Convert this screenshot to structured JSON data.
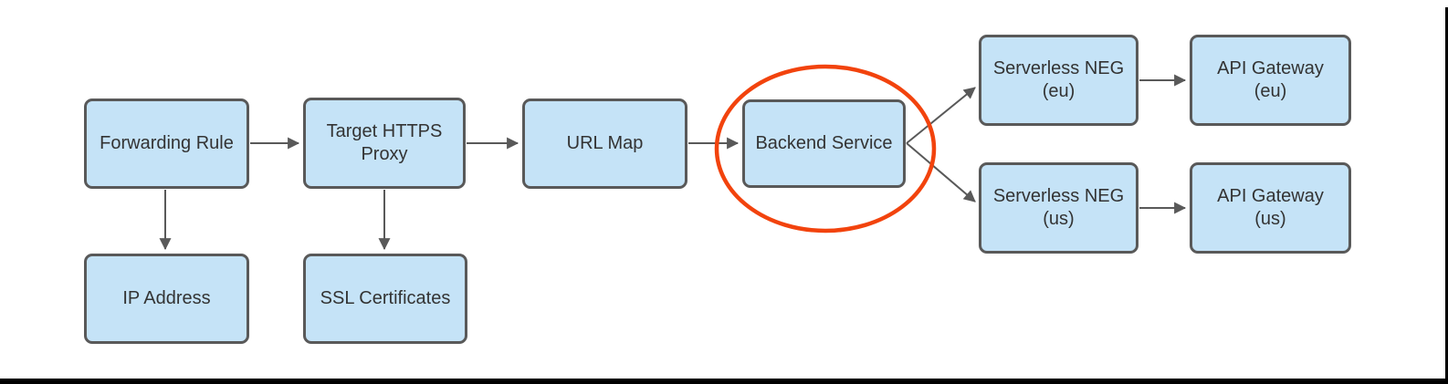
{
  "diagram": {
    "nodes": [
      {
        "id": "forwarding-rule",
        "label": "Forwarding Rule",
        "lines": [
          "Forwarding Rule"
        ]
      },
      {
        "id": "target-https-proxy",
        "label": "Target HTTPS Proxy",
        "lines": [
          "Target HTTPS",
          "Proxy"
        ]
      },
      {
        "id": "url-map",
        "label": "URL Map",
        "lines": [
          "URL Map"
        ]
      },
      {
        "id": "backend-service",
        "label": "Backend Service",
        "lines": [
          "Backend Service"
        ]
      },
      {
        "id": "ip-address",
        "label": "IP Address",
        "lines": [
          "IP Address"
        ]
      },
      {
        "id": "ssl-certificates",
        "label": "SSL Certificates",
        "lines": [
          "SSL Certificates"
        ]
      },
      {
        "id": "serverless-neg-eu",
        "label": "Serverless NEG (eu)",
        "lines": [
          "Serverless NEG",
          "(eu)"
        ]
      },
      {
        "id": "api-gateway-eu",
        "label": "API Gateway (eu)",
        "lines": [
          "API Gateway",
          "(eu)"
        ]
      },
      {
        "id": "serverless-neg-us",
        "label": "Serverless NEG (us)",
        "lines": [
          "Serverless NEG",
          "(us)"
        ]
      },
      {
        "id": "api-gateway-us",
        "label": "API Gateway (us)",
        "lines": [
          "API Gateway",
          "(us)"
        ]
      }
    ],
    "edges": [
      {
        "from": "forwarding-rule",
        "to": "target-https-proxy"
      },
      {
        "from": "forwarding-rule",
        "to": "ip-address"
      },
      {
        "from": "target-https-proxy",
        "to": "url-map"
      },
      {
        "from": "target-https-proxy",
        "to": "ssl-certificates"
      },
      {
        "from": "url-map",
        "to": "backend-service"
      },
      {
        "from": "backend-service",
        "to": "serverless-neg-eu"
      },
      {
        "from": "backend-service",
        "to": "serverless-neg-us"
      },
      {
        "from": "serverless-neg-eu",
        "to": "api-gateway-eu"
      },
      {
        "from": "serverless-neg-us",
        "to": "api-gateway-us"
      }
    ],
    "annotations": [
      {
        "type": "ellipse-highlight",
        "around": "backend-service"
      }
    ],
    "colors": {
      "node_fill": "#C5E3F7",
      "node_border": "#595959",
      "arrow": "#595959",
      "highlight": "#F2430D",
      "text": "#333333",
      "frame": "#000000",
      "bg": "#FFFFFF"
    }
  }
}
